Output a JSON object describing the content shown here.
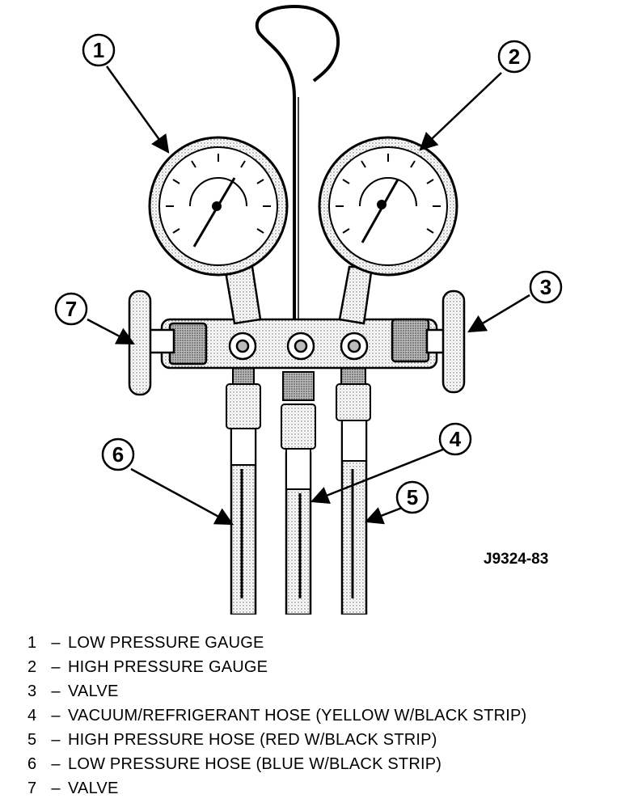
{
  "figure_id": "J9324-83",
  "callouts": [
    "1",
    "2",
    "3",
    "4",
    "5",
    "6",
    "7"
  ],
  "legend": [
    {
      "num": "1",
      "text": "LOW PRESSURE GAUGE"
    },
    {
      "num": "2",
      "text": "HIGH PRESSURE GAUGE"
    },
    {
      "num": "3",
      "text": "VALVE"
    },
    {
      "num": "4",
      "text": "VACUUM/REFRIGERANT HOSE (YELLOW W/BLACK STRIP)"
    },
    {
      "num": "5",
      "text": "HIGH PRESSURE HOSE (RED W/BLACK STRIP)"
    },
    {
      "num": "6",
      "text": "LOW PRESSURE HOSE (BLUE W/BLACK STRIP)"
    },
    {
      "num": "7",
      "text": "VALVE"
    }
  ],
  "legend_separator": "–"
}
